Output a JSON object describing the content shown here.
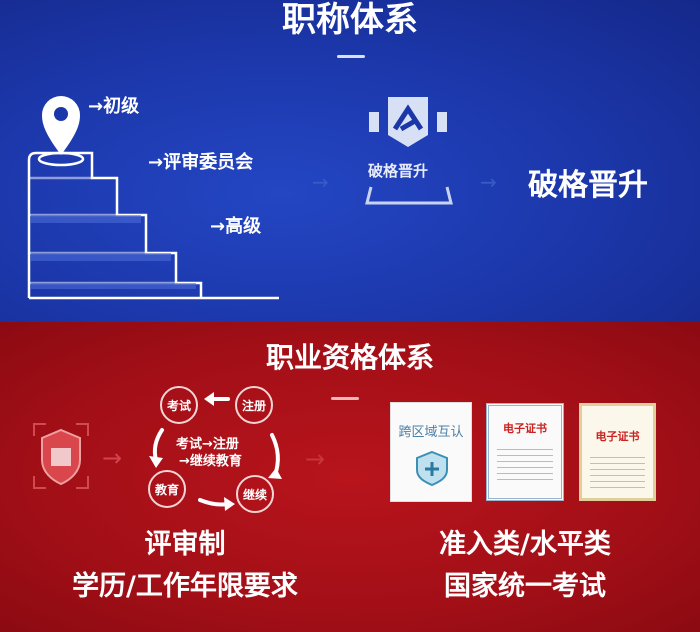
{
  "top": {
    "title": "职称体系",
    "levels": [
      "→初级",
      "→评审委员会",
      "→高级"
    ],
    "icon_label": "破格晋升",
    "result": "破格晋升"
  },
  "bottom": {
    "title": "职业资格体系",
    "cycle": [
      "考试",
      "注册",
      "继续",
      "教育"
    ],
    "cycle_center": [
      "考试→注册",
      "→继续教育"
    ],
    "certs": [
      {
        "title": "跨区域互认"
      },
      {
        "title": "电子证书"
      },
      {
        "title": "电子证书"
      }
    ],
    "left_caption": [
      "评审制",
      "学历/工作年限要求"
    ],
    "right_caption": [
      "准入类/水平类",
      "国家统一考试"
    ]
  },
  "colors": {
    "blue": "#1b36a8",
    "red": "#a30f17"
  }
}
